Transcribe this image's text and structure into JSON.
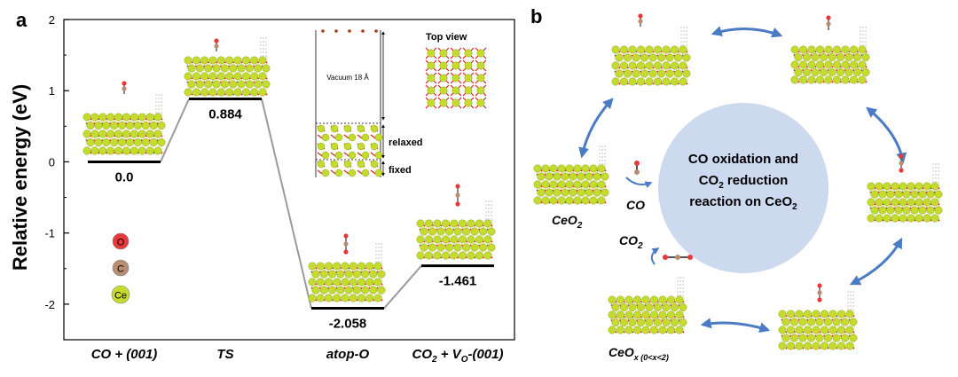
{
  "panel_a": {
    "label": "a",
    "ylabel": "Relative energy (eV)",
    "legend": [
      {
        "label": "O",
        "color": "#e8393a"
      },
      {
        "label": "C",
        "color": "#b98d72"
      },
      {
        "label": "Ce",
        "color": "#c5dc2e"
      }
    ],
    "inset": {
      "vacuum": "Vacuum 18 Å",
      "relaxed": "relaxed",
      "fixed": "fixed",
      "top_view": "Top view"
    }
  },
  "chart_data": {
    "type": "line",
    "title": "",
    "xlabel": "",
    "ylabel": "Relative energy (eV)",
    "ylim": [
      -2.5,
      2
    ],
    "yticks": [
      "2",
      "1",
      "0",
      "-1",
      "-2"
    ],
    "categories": [
      {
        "main": "CO + (001)",
        "sub": "",
        "tail": ""
      },
      {
        "main": "TS",
        "sub": "",
        "tail": ""
      },
      {
        "main": "atop-O",
        "sub": "",
        "tail": ""
      },
      {
        "main": "CO",
        "sub": "2",
        "mid": " + V",
        "sub2": "O",
        "tail": "-(001)"
      }
    ],
    "values": [
      0.0,
      0.884,
      -2.058,
      -1.461
    ],
    "value_labels": [
      "0.0",
      "0.884",
      "-2.058",
      "-1.461"
    ],
    "grid": false,
    "legend": "left"
  },
  "panel_b": {
    "label": "b",
    "center_line1": "CO oxidation and",
    "center_line2_a": "CO",
    "center_line2_sub": "2",
    "center_line2_b": " reduction",
    "center_line3_a": "reaction on CeO",
    "center_line3_sub": "2",
    "ceo2_a": "CeO",
    "ceo2_sub": "2",
    "co": "CO",
    "co2_a": "CO",
    "co2_sub": "2",
    "ceox_a": "CeO",
    "ceox_sub": "x (0<x<2)",
    "arrow_color": "#4a7bc4",
    "circle_color": "#cdd9ef"
  }
}
